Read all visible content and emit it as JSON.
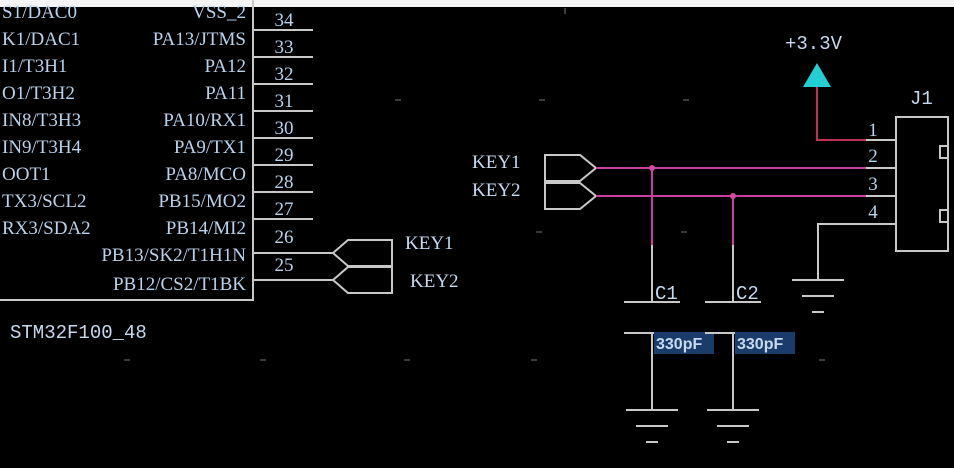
{
  "chip": {
    "name": "STM32F100_48",
    "left_labels": [
      "S1/DAC0",
      "K1/DAC1",
      "I1/T3H1",
      "O1/T3H2",
      "IN8/T3H3",
      "IN9/T3H4",
      "OOT1",
      "TX3/SCL2",
      "RX3/SDA2"
    ],
    "right_labels": [
      "VSS_2",
      "PA13/JTMS",
      "PA12",
      "PA11",
      "PA10/RX1",
      "PA9/TX1",
      "PA8/MCO",
      "PB15/MO2",
      "PB14/MI2",
      "PB13/SK2/T1H1N",
      "PB12/CS2/T1BK"
    ],
    "pin_numbers": [
      "34",
      "33",
      "32",
      "31",
      "30",
      "29",
      "28",
      "27",
      "26",
      "25"
    ]
  },
  "nets": {
    "chip_key1": "KEY1",
    "chip_key2": "KEY2",
    "conn_key1": "KEY1",
    "conn_key2": "KEY2"
  },
  "power": {
    "label": "+3.3V"
  },
  "connector": {
    "ref": "J1",
    "pins": [
      "1",
      "2",
      "3",
      "4"
    ]
  },
  "capacitors": [
    {
      "ref": "C1",
      "value": "330pF"
    },
    {
      "ref": "C2",
      "value": "330pF"
    }
  ],
  "colors": {
    "background": "#000000",
    "wire": "#c8c8c8",
    "net_wire": "#c8409a",
    "power_wire": "#c03050",
    "power_symbol": "#22cfd2",
    "text": "#b9d2ea"
  }
}
